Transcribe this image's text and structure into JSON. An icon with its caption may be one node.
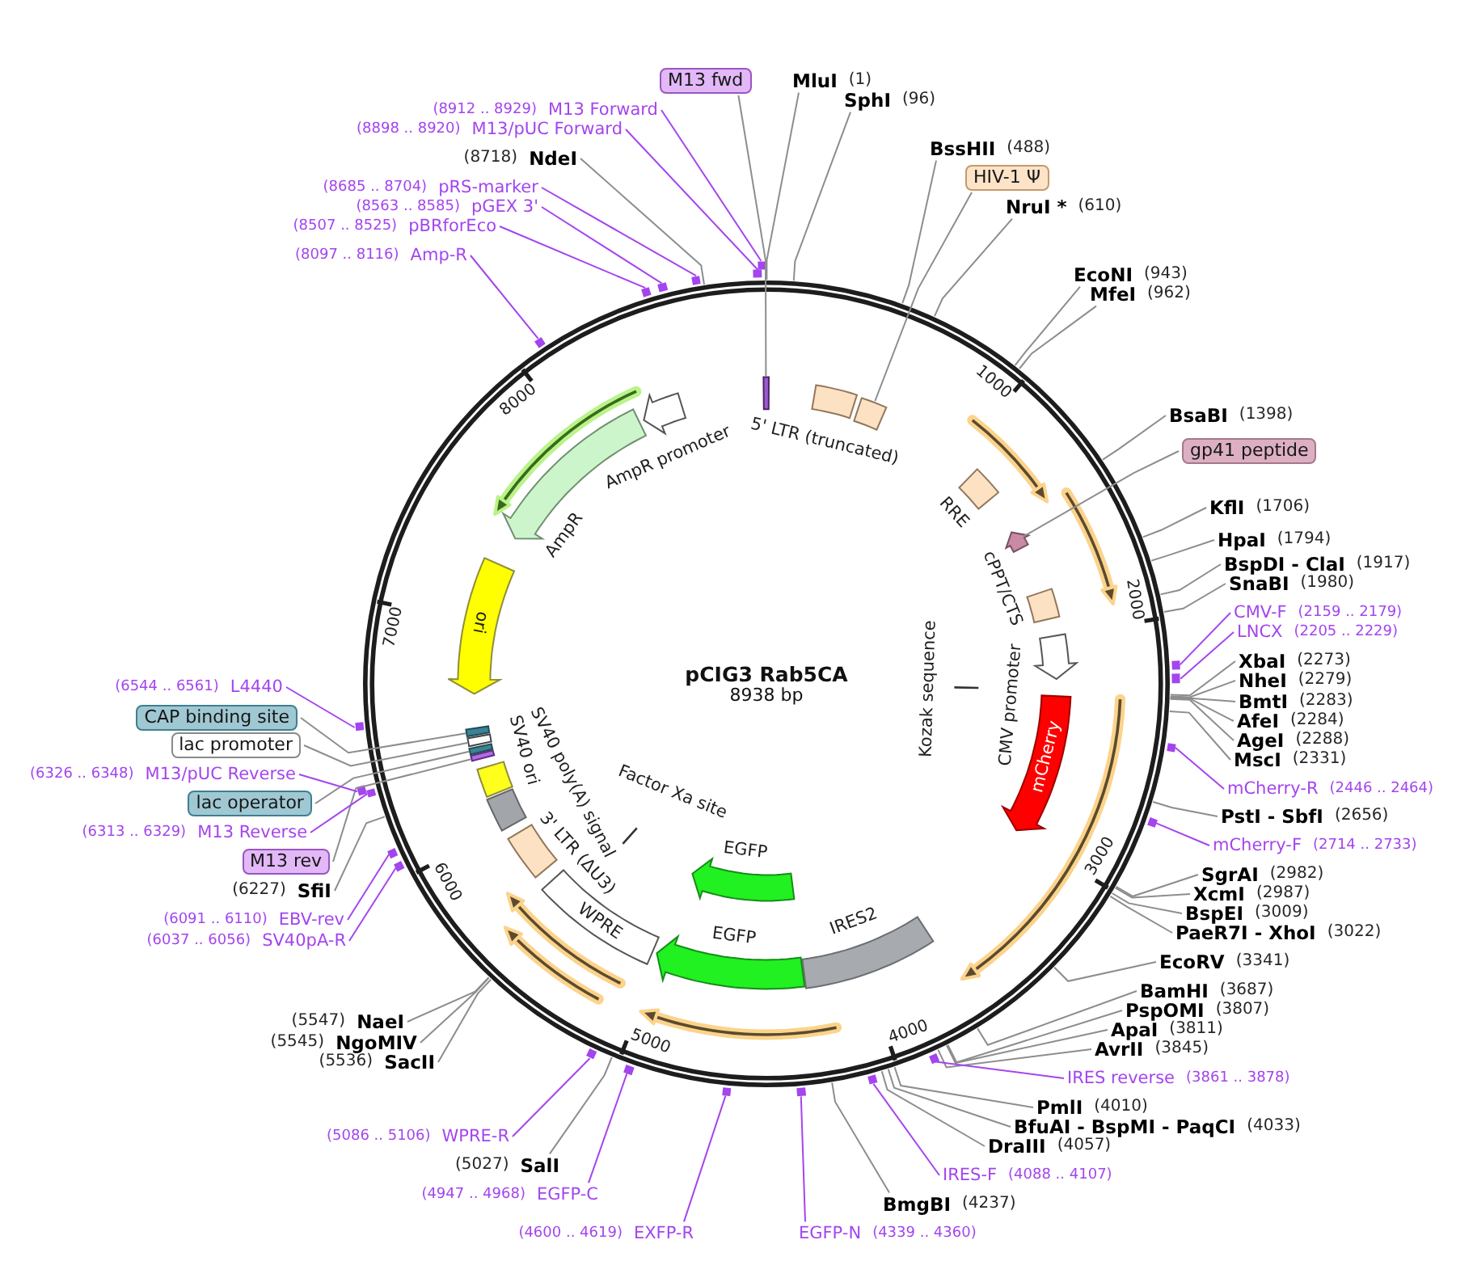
{
  "diagram": {
    "nodes": [
      {
        "text": [
          "pCIG3 Rab5CA",
          "8938 bp"
        ]
      },
      {
        "text": [],
        "shape": "box",
        "in": 0
      },
      {
        "text": [
          "5' LTR (truncated)"
        ],
        "in": 0
      },
      {
        "text": [],
        "shape": "box",
        "in": 0
      },
      {
        "text": [
          "RRE"
        ],
        "in": 0
      },
      {
        "text": [],
        "shape": "arrow",
        "in": 0
      },
      {
        "text": [
          "cPPT/CTS"
        ],
        "in": 0
      },
      {
        "text": [
          "CMV promoter"
        ],
        "in": 0
      },
      {
        "text": [
          "mCherry"
        ],
        "in": 0
      },
      {
        "text": [
          "Kozak sequence"
        ],
        "in": 0
      },
      {
        "text": [
          "IRES2"
        ],
        "in": 0
      },
      {
        "text": [
          "EGFP"
        ],
        "in": 0
      },
      {
        "text": [
          "EGFP"
        ],
        "in": 0
      },
      {
        "text": [
          "WPRE"
        ],
        "in": 0
      },
      {
        "text": [
          "Factor Xa site"
        ],
        "in": 0
      },
      {
        "text": [
          "3' LTR (ΔU3)"
        ],
        "in": 0
      },
      {
        "text": [
          "SV40 poly(A) signal"
        ],
        "in": 0
      },
      {
        "text": [
          "SV40 ori"
        ],
        "in": 0
      },
      {
        "text": [],
        "shape": "box",
        "in": 0
      },
      {
        "text": [],
        "shape": "box",
        "in": 0
      },
      {
        "text": [],
        "shape": "box",
        "in": 0
      },
      {
        "text": [],
        "shape": "box",
        "in": 0
      },
      {
        "text": [
          "ori"
        ],
        "in": 0
      },
      {
        "text": [
          "AmpR"
        ],
        "in": 0
      },
      {
        "text": [
          "AmpR promoter"
        ],
        "in": 0
      },
      {
        "text": [
          "M13 fwd"
        ]
      },
      {
        "text": [
          "MluI",
          "(1)"
        ]
      },
      {
        "text": [
          "SphI",
          "(96)"
        ]
      },
      {
        "text": [
          "BssHII",
          "(488)"
        ]
      },
      {
        "text": [
          "HIV-1 Ψ"
        ]
      },
      {
        "text": [
          "NruI *",
          "(610)"
        ]
      },
      {
        "text": [
          "EcoNI",
          "(943)"
        ]
      },
      {
        "text": [
          "MfeI",
          "(962)"
        ]
      },
      {
        "text": [
          "BsaBI",
          "(1398)"
        ]
      },
      {
        "text": [
          "gp41 peptide"
        ]
      },
      {
        "text": [
          "KflI",
          "(1706)"
        ]
      },
      {
        "text": [
          "HpaI",
          "(1794)"
        ]
      },
      {
        "text": [
          "BspDI - ClaI",
          "(1917)"
        ]
      },
      {
        "text": [
          "SnaBI",
          "(1980)"
        ]
      },
      {
        "text": [
          "CMV-F",
          "(2159 .. 2179)"
        ]
      },
      {
        "text": [
          "LNCX",
          "(2205 .. 2229)"
        ]
      },
      {
        "text": [
          "XbaI",
          "(2273)"
        ]
      },
      {
        "text": [
          "NheI",
          "(2279)"
        ]
      },
      {
        "text": [
          "BmtI",
          "(2283)"
        ]
      },
      {
        "text": [
          "AfeI",
          "(2284)"
        ]
      },
      {
        "text": [
          "AgeI",
          "(2288)"
        ]
      },
      {
        "text": [
          "MscI",
          "(2331)"
        ]
      },
      {
        "text": [
          "mCherry-R",
          "(2446 .. 2464)"
        ]
      },
      {
        "text": [
          "PstI - SbfI",
          "(2656)"
        ]
      },
      {
        "text": [
          "mCherry-F",
          "(2714 .. 2733)"
        ]
      },
      {
        "text": [
          "SgrAI",
          "(2982)"
        ]
      },
      {
        "text": [
          "XcmI",
          "(2987)"
        ]
      },
      {
        "text": [
          "BspEI",
          "(3009)"
        ]
      },
      {
        "text": [
          "PaeR7I - XhoI",
          "(3022)"
        ]
      },
      {
        "text": [
          "EcoRV",
          "(3341)"
        ]
      },
      {
        "text": [
          "BamHI",
          "(3687)"
        ]
      },
      {
        "text": [
          "PspOMI",
          "(3807)"
        ]
      },
      {
        "text": [
          "ApaI",
          "(3811)"
        ]
      },
      {
        "text": [
          "AvrII",
          "(3845)"
        ]
      },
      {
        "text": [
          "IRES reverse",
          "(3861 .. 3878)"
        ]
      },
      {
        "text": [
          "PmlI",
          "(4010)"
        ]
      },
      {
        "text": [
          "BfuAI - BspMI - PaqCI",
          "(4033)"
        ]
      },
      {
        "text": [
          "DraIII",
          "(4057)"
        ]
      },
      {
        "text": [
          "IRES-F",
          "(4088 .. 4107)"
        ]
      },
      {
        "text": [
          "BmgBI",
          "(4237)"
        ]
      },
      {
        "text": [
          "EGFP-N",
          "(4339 .. 4360)"
        ]
      },
      {
        "text": [
          "(4600 .. 4619)",
          "EXFP-R"
        ]
      },
      {
        "text": [
          "(4947 .. 4968)",
          "EGFP-C"
        ]
      },
      {
        "text": [
          "(5027)",
          "SalI"
        ]
      },
      {
        "text": [
          "(5086 .. 5106)",
          "WPRE-R"
        ]
      },
      {
        "text": [
          "(5536)",
          "SacII"
        ]
      },
      {
        "text": [
          "(5545)",
          "NgoMIV"
        ]
      },
      {
        "text": [
          "(5547)",
          "NaeI"
        ]
      },
      {
        "text": [
          "(6037 .. 6056)",
          "SV40pA-R"
        ]
      },
      {
        "text": [
          "(6091 .. 6110)",
          "EBV-rev"
        ]
      },
      {
        "text": [
          "(6227)",
          "SfiI"
        ]
      },
      {
        "text": [
          "M13 rev"
        ]
      },
      {
        "text": [
          "(6313 .. 6329)",
          "M13 Reverse"
        ]
      },
      {
        "text": [
          "lac operator"
        ]
      },
      {
        "text": [
          "(6326 .. 6348)",
          "M13/pUC Reverse"
        ]
      },
      {
        "text": [
          "lac promoter"
        ]
      },
      {
        "text": [
          "CAP binding site"
        ]
      },
      {
        "text": [
          "(6544 .. 6561)",
          "L4440"
        ]
      },
      {
        "text": [
          "(8097 .. 8116)",
          "Amp-R"
        ]
      },
      {
        "text": [
          "(8507 .. 8525)",
          "pBRforEco"
        ]
      },
      {
        "text": [
          "(8563 .. 8585)",
          "pGEX 3'"
        ]
      },
      {
        "text": [
          "(8685 .. 8704)",
          "pRS-marker"
        ]
      },
      {
        "text": [
          "(8718)",
          "NdeI"
        ]
      },
      {
        "text": [
          "(8898 .. 8920)",
          "M13/pUC Forward"
        ]
      },
      {
        "text": [
          "(8912 .. 8929)",
          "M13 Forward"
        ]
      },
      {
        "text": [],
        "shape": "bar"
      },
      {
        "text": [],
        "shape": "bar"
      },
      {
        "text": [],
        "shape": "bar"
      },
      {
        "text": [],
        "shape": "bar"
      },
      {
        "text": [],
        "shape": "bar"
      },
      {
        "text": [],
        "shape": "bar"
      },
      {
        "text": [],
        "shape": "bar"
      },
      {
        "text": [],
        "shape": "bar"
      },
      {
        "text": [],
        "shape": "bar"
      },
      {
        "text": [],
        "shape": "bar"
      },
      {
        "text": [],
        "shape": "bar"
      },
      {
        "text": [],
        "shape": "bar"
      },
      {
        "text": [],
        "shape": "bar"
      },
      {
        "text": [],
        "shape": "bar"
      },
      {
        "text": [],
        "shape": "bar"
      },
      {
        "text": [],
        "shape": "bar"
      },
      {
        "text": [],
        "shape": "bar"
      },
      {
        "text": [],
        "shape": "bar"
      },
      {
        "text": [],
        "shape": "bar"
      },
      {
        "text": [],
        "shape": "bar"
      },
      {
        "text": [],
        "shape": "bar"
      }
    ],
    "edges": [
      {
        "from": 25,
        "to": 1,
        "arrow": "none"
      },
      {
        "from": 26,
        "to": 0,
        "arrow": "none"
      },
      {
        "from": 27,
        "to": 0,
        "arrow": "none"
      },
      {
        "from": 28,
        "to": 0,
        "arrow": "none"
      },
      {
        "from": 29,
        "to": 3,
        "arrow": "none"
      },
      {
        "from": 30,
        "to": 0,
        "arrow": "none"
      },
      {
        "from": 31,
        "to": 0,
        "arrow": "none"
      },
      {
        "from": 32,
        "to": 0,
        "arrow": "none"
      },
      {
        "from": 33,
        "to": 0,
        "arrow": "none"
      },
      {
        "from": 34,
        "to": 5,
        "arrow": "none"
      },
      {
        "from": 35,
        "to": 0,
        "arrow": "none"
      },
      {
        "from": 36,
        "to": 0,
        "arrow": "none"
      },
      {
        "from": 37,
        "to": 0,
        "arrow": "none"
      },
      {
        "from": 38,
        "to": 0,
        "arrow": "none"
      },
      {
        "from": 39,
        "to": 90,
        "arrow": "none",
        "color": "#a445ee"
      },
      {
        "from": 40,
        "to": 91,
        "arrow": "none",
        "color": "#a445ee"
      },
      {
        "from": 41,
        "to": 0,
        "arrow": "none"
      },
      {
        "from": 42,
        "to": 0,
        "arrow": "none"
      },
      {
        "from": 43,
        "to": 0,
        "arrow": "none"
      },
      {
        "from": 44,
        "to": 0,
        "arrow": "none"
      },
      {
        "from": 45,
        "to": 0,
        "arrow": "none"
      },
      {
        "from": 46,
        "to": 0,
        "arrow": "none"
      },
      {
        "from": 47,
        "to": 92,
        "arrow": "none",
        "color": "#a445ee"
      },
      {
        "from": 48,
        "to": 0,
        "arrow": "none"
      },
      {
        "from": 49,
        "to": 93,
        "arrow": "none",
        "color": "#a445ee"
      },
      {
        "from": 50,
        "to": 0,
        "arrow": "none"
      },
      {
        "from": 51,
        "to": 0,
        "arrow": "none"
      },
      {
        "from": 52,
        "to": 0,
        "arrow": "none"
      },
      {
        "from": 53,
        "to": 0,
        "arrow": "none"
      },
      {
        "from": 54,
        "to": 0,
        "arrow": "none"
      },
      {
        "from": 55,
        "to": 0,
        "arrow": "none"
      },
      {
        "from": 56,
        "to": 0,
        "arrow": "none"
      },
      {
        "from": 57,
        "to": 0,
        "arrow": "none"
      },
      {
        "from": 58,
        "to": 0,
        "arrow": "none"
      },
      {
        "from": 59,
        "to": 94,
        "arrow": "none",
        "color": "#a445ee"
      },
      {
        "from": 60,
        "to": 0,
        "arrow": "none"
      },
      {
        "from": 61,
        "to": 0,
        "arrow": "none"
      },
      {
        "from": 62,
        "to": 0,
        "arrow": "none"
      },
      {
        "from": 63,
        "to": 95,
        "arrow": "none",
        "color": "#a445ee"
      },
      {
        "from": 64,
        "to": 0,
        "arrow": "none"
      },
      {
        "from": 65,
        "to": 96,
        "arrow": "none",
        "color": "#a445ee"
      },
      {
        "from": 66,
        "to": 97,
        "arrow": "none",
        "color": "#a445ee"
      },
      {
        "from": 67,
        "to": 98,
        "arrow": "none",
        "color": "#a445ee"
      },
      {
        "from": 68,
        "to": 0,
        "arrow": "none"
      },
      {
        "from": 69,
        "to": 99,
        "arrow": "none",
        "color": "#a445ee"
      },
      {
        "from": 70,
        "to": 0,
        "arrow": "none"
      },
      {
        "from": 71,
        "to": 0,
        "arrow": "none"
      },
      {
        "from": 72,
        "to": 0,
        "arrow": "none"
      },
      {
        "from": 73,
        "to": 100,
        "arrow": "none",
        "color": "#a445ee"
      },
      {
        "from": 74,
        "to": 101,
        "arrow": "none",
        "color": "#a445ee"
      },
      {
        "from": 75,
        "to": 0,
        "arrow": "none"
      },
      {
        "from": 76,
        "to": 18,
        "arrow": "none"
      },
      {
        "from": 77,
        "to": 102,
        "arrow": "none",
        "color": "#a445ee"
      },
      {
        "from": 78,
        "to": 19,
        "arrow": "none"
      },
      {
        "from": 79,
        "to": 103,
        "arrow": "none",
        "color": "#a445ee"
      },
      {
        "from": 80,
        "to": 20,
        "arrow": "none"
      },
      {
        "from": 81,
        "to": 21,
        "arrow": "none"
      },
      {
        "from": 82,
        "to": 104,
        "arrow": "none",
        "color": "#a445ee"
      },
      {
        "from": 83,
        "to": 105,
        "arrow": "none",
        "color": "#a445ee"
      },
      {
        "from": 84,
        "to": 106,
        "arrow": "none",
        "color": "#a445ee"
      },
      {
        "from": 85,
        "to": 107,
        "arrow": "none",
        "color": "#a445ee"
      },
      {
        "from": 86,
        "to": 108,
        "arrow": "none",
        "color": "#a445ee"
      },
      {
        "from": 87,
        "to": 0,
        "arrow": "none"
      },
      {
        "from": 88,
        "to": 109,
        "arrow": "none",
        "color": "#a445ee"
      },
      {
        "from": 89,
        "to": 110,
        "arrow": "none",
        "color": "#a445ee"
      }
    ],
    "labels": [
      "1000",
      "2000",
      "3000",
      "4000",
      "5000",
      "6000",
      "7000",
      "8000"
    ]
  }
}
